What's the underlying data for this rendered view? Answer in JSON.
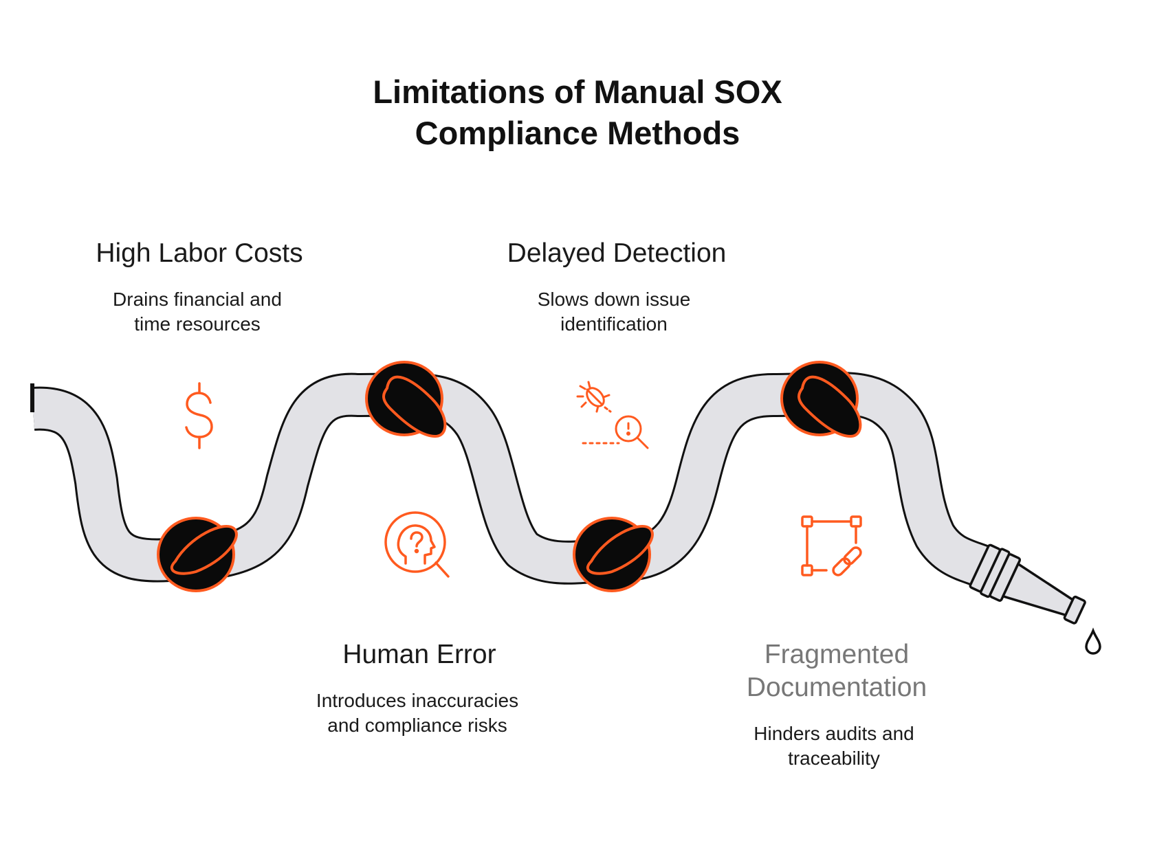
{
  "title": {
    "line1": "Limitations of Manual SOX",
    "line2": "Compliance Methods"
  },
  "items": [
    {
      "heading": "High Labor Costs",
      "desc_line1": "Drains financial and",
      "desc_line2": "time resources",
      "icon": "dollar-icon"
    },
    {
      "heading": "Delayed Detection",
      "desc_line1": "Slows down issue",
      "desc_line2": "identification",
      "icon": "bug-search-icon"
    },
    {
      "heading": "Human Error",
      "desc_line1": "Introduces inaccuracies",
      "desc_line2": "and compliance risks",
      "icon": "head-question-icon"
    },
    {
      "heading_line1": "Fragmented",
      "heading_line2": "Documentation",
      "desc_line1": "Hinders audits and",
      "desc_line2": "traceability",
      "icon": "linked-nodes-icon"
    }
  ],
  "colors": {
    "accent": "#ff5a1f",
    "hose_fill": "#e2e2e6",
    "outline": "#111111",
    "knot_fill": "#0a0a0a",
    "muted_heading": "#777777"
  }
}
